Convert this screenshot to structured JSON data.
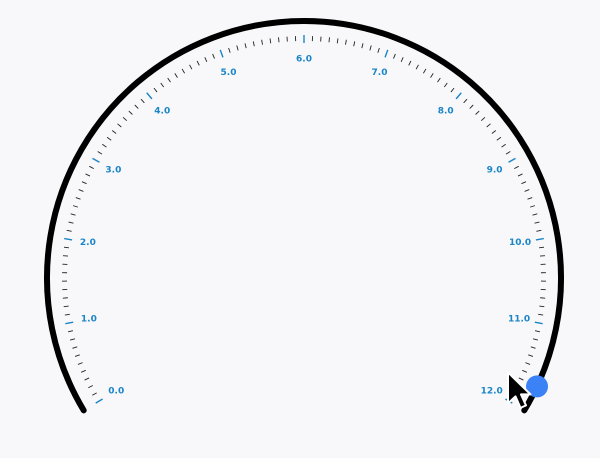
{
  "gauge": {
    "min": 0,
    "max": 12,
    "major_step": 1,
    "minor_per_major": 10,
    "current_value": 11.7,
    "labels": [
      "0.0",
      "1.0",
      "2.0",
      "3.0",
      "4.0",
      "5.0",
      "6.0",
      "7.0",
      "8.0",
      "9.0",
      "10.0",
      "11.0",
      "12.0"
    ]
  },
  "colors": {
    "background": "#f8f8fa",
    "arc": "#000000",
    "minor_tick": "#222222",
    "major_tick": "#1a85c7",
    "label": "#1a85c7",
    "thumb": "#3b82f6"
  },
  "icons": {
    "cursor": "mouse-pointer-icon"
  }
}
